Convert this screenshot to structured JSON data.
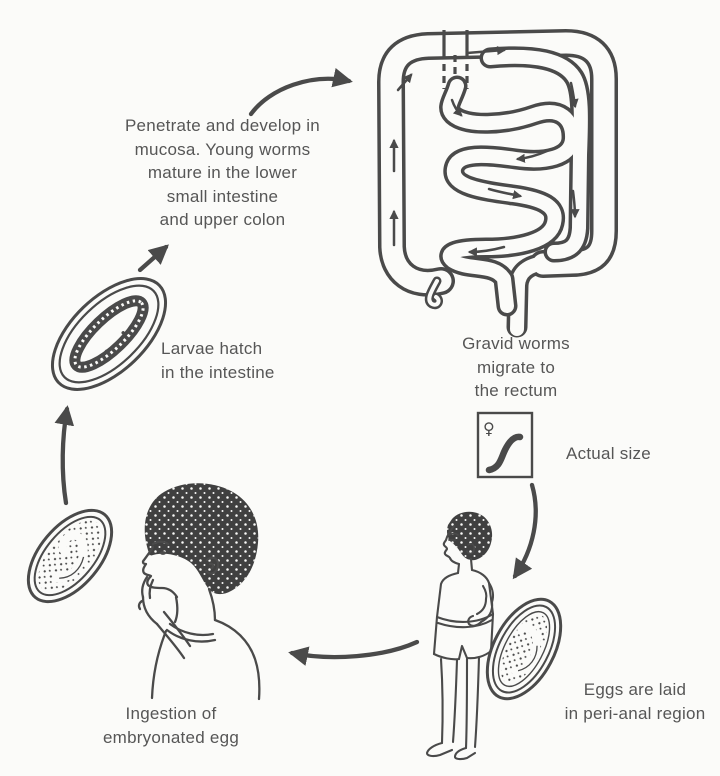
{
  "diagram": {
    "labels": {
      "penetrate": "Penetrate and develop in\nmucosa. Young worms\nmature in the lower\nsmall intestine\nand upper colon",
      "larvae_hatch": "Larvae hatch\nin the intestine",
      "gravid_worms": "Gravid worms\nmigrate to\nthe rectum",
      "actual_size": "Actual size",
      "eggs_laid": "Eggs are laid\nin peri-anal region",
      "ingestion": "Ingestion of\nembryonated egg",
      "female_symbol": "♀"
    },
    "colors": {
      "ink": "#4a4a4a",
      "text": "#565656",
      "background": "#fbfbf9"
    }
  }
}
